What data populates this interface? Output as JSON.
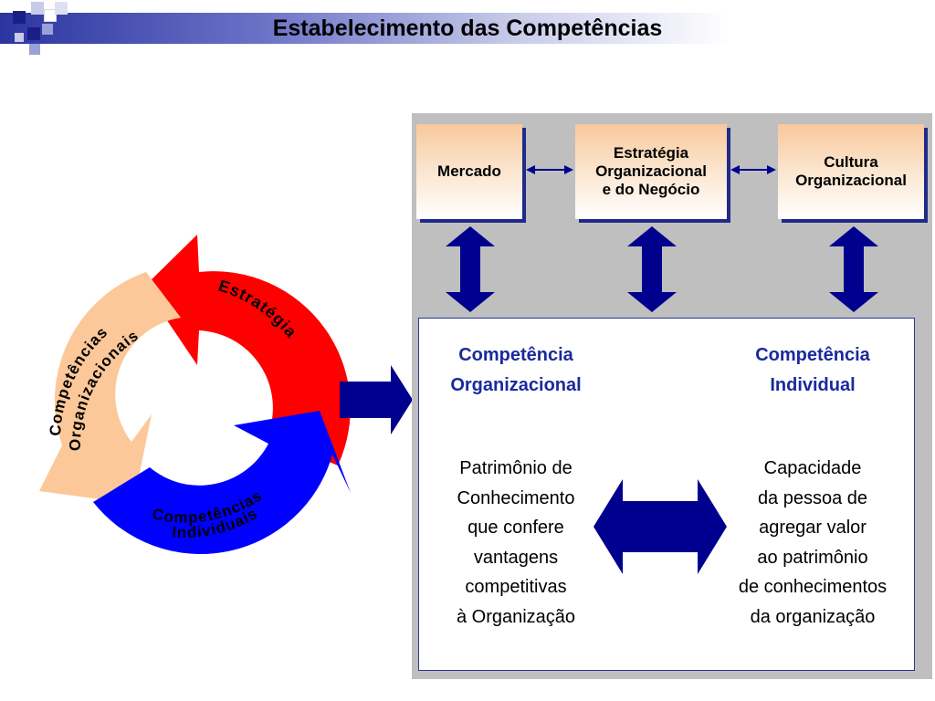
{
  "header": {
    "title": "Estabelecimento das Competências"
  },
  "cycle": {
    "labels": {
      "estrategia": "Estratégia",
      "comp_org_line1": "Competências",
      "comp_org_line2": "Organizacionais",
      "comp_ind_line1": "Competências",
      "comp_ind_line2": "Individuais"
    },
    "colors": {
      "estrategia": "#ff0000",
      "organizacionais": "#fcc899",
      "individuais": "#0000ff"
    }
  },
  "panel": {
    "boxes": {
      "mercado": "Mercado",
      "estrategia": "Estratégia\nOrganizacional\ne do Negócio",
      "cultura": "Cultura\nOrganizacional"
    },
    "competencia_organizacional": {
      "title": "Competência\nOrganizacional",
      "body": "Patrimônio de\nConhecimento\nque confere\nvantagens\ncompetitivas\nà Organização"
    },
    "competencia_individual": {
      "title": "Competência\nIndividual",
      "body": "Capacidade\nda pessoa de\nagregar valor\nao patrimônio\nde conhecimentos\nda organização"
    }
  },
  "colors": {
    "arrow_blue": "#00008f",
    "title_blue": "#1a2a9c",
    "panel_grey": "#bfbfbf"
  }
}
